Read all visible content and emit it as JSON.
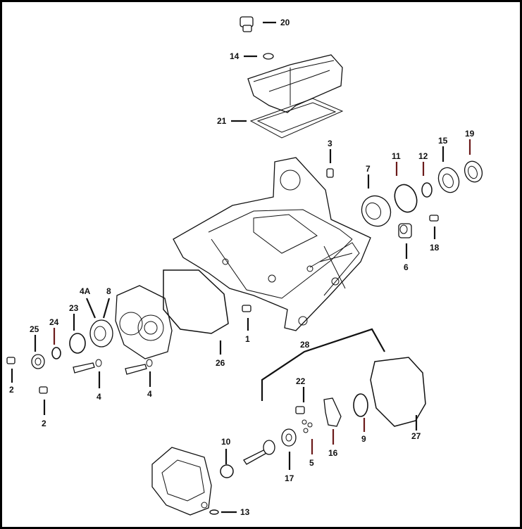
{
  "diagram": {
    "border_color": "#000000",
    "callouts": [
      {
        "id": "c20",
        "text": "20"
      },
      {
        "id": "c14",
        "text": "14"
      },
      {
        "id": "c21",
        "text": "21"
      },
      {
        "id": "c3",
        "text": "3"
      },
      {
        "id": "c7",
        "text": "7"
      },
      {
        "id": "c11",
        "text": "11"
      },
      {
        "id": "c12",
        "text": "12"
      },
      {
        "id": "c15",
        "text": "15"
      },
      {
        "id": "c19",
        "text": "19"
      },
      {
        "id": "c18",
        "text": "18"
      },
      {
        "id": "c6",
        "text": "6"
      },
      {
        "id": "c4A",
        "text": "4A"
      },
      {
        "id": "c8",
        "text": "8"
      },
      {
        "id": "c23",
        "text": "23"
      },
      {
        "id": "c24",
        "text": "24"
      },
      {
        "id": "c25",
        "text": "25"
      },
      {
        "id": "c1",
        "text": "1"
      },
      {
        "id": "c26",
        "text": "26"
      },
      {
        "id": "c28",
        "text": "28"
      },
      {
        "id": "c22",
        "text": "22"
      },
      {
        "id": "c2a",
        "text": "2"
      },
      {
        "id": "c2b",
        "text": "2"
      },
      {
        "id": "c4a",
        "text": "4"
      },
      {
        "id": "c4b",
        "text": "4"
      },
      {
        "id": "c10",
        "text": "10"
      },
      {
        "id": "c17",
        "text": "17"
      },
      {
        "id": "c5",
        "text": "5"
      },
      {
        "id": "c16",
        "text": "16"
      },
      {
        "id": "c9",
        "text": "9"
      },
      {
        "id": "c27",
        "text": "27"
      },
      {
        "id": "c13",
        "text": "13"
      }
    ]
  }
}
